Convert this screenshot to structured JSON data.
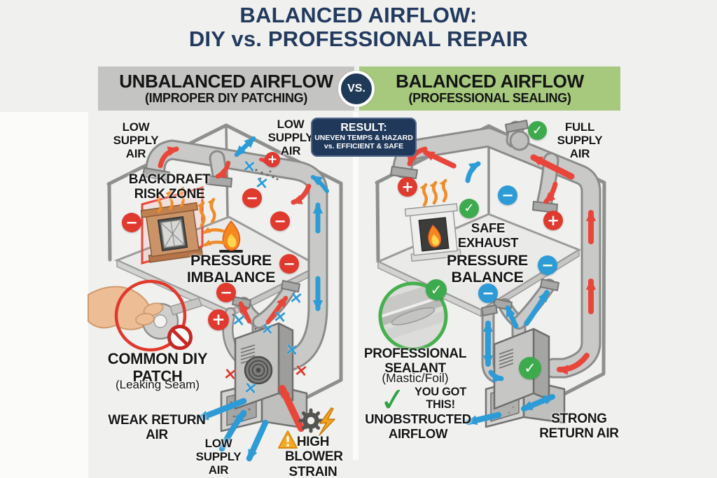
{
  "title": {
    "line1": "BALANCED AIRFLOW:",
    "line2": "DIY vs. PROFESSIONAL REPAIR"
  },
  "comparison": {
    "vs": "VS.",
    "left": {
      "heading": "UNBALANCED AIRFLOW",
      "subheading": "(IMPROPER DIY PATCHING)"
    },
    "right": {
      "heading": "BALANCED AIRFLOW",
      "subheading": "(PROFESSIONAL SEALING)"
    }
  },
  "result_badge": {
    "title": "RESULT:",
    "line1": "UNEVEN TEMPS & HAZARD",
    "line2": "vs. EFFICIENT & SAFE"
  },
  "left_panel": {
    "labels": {
      "low_supply_air_upper_left": "LOW SUPPLY AIR",
      "low_supply_air_upper_center": "LOW SUPPLY AIR",
      "backdraft_risk_zone": "BACKDRAFT RISK ZONE",
      "pressure_imbalance": "PRESSURE IMBALANCE",
      "common_diy_patch": "COMMON DIY PATCH",
      "common_diy_patch_note": "(Leaking Seam)",
      "weak_return_air": "WEAK RETURN AIR",
      "low_supply_air_bottom": "LOW SUPPLY AIR",
      "high_blower_strain": "HIGH BLOWER STRAIN"
    }
  },
  "right_panel": {
    "labels": {
      "full_supply_air": "FULL SUPPLY AIR",
      "safe_exhaust": "SAFE EXHAUST",
      "pressure_balance": "PRESSURE BALANCE",
      "professional_sealant": "PROFESSIONAL SEALANT",
      "professional_sealant_note": "(Mastic/Foil)",
      "you_got_this": "YOU GOT THIS!",
      "unobstructed_airflow": "UNOBSTRUCTED AIRFLOW",
      "strong_return_air": "STRONG RETURN AIR"
    }
  },
  "icons": {
    "check": "✓",
    "plus": "+",
    "minus": "−",
    "cross": "×"
  },
  "colors": {
    "title_navy": "#223a5e",
    "header_gray": "#c4c4c3",
    "header_green": "#a6c97d",
    "alert_red": "#e0392e",
    "flow_blue": "#2d9bd6",
    "ok_green": "#3dab4d",
    "heat_orange": "#ef8d2a",
    "badge_navy": "#20395a"
  }
}
